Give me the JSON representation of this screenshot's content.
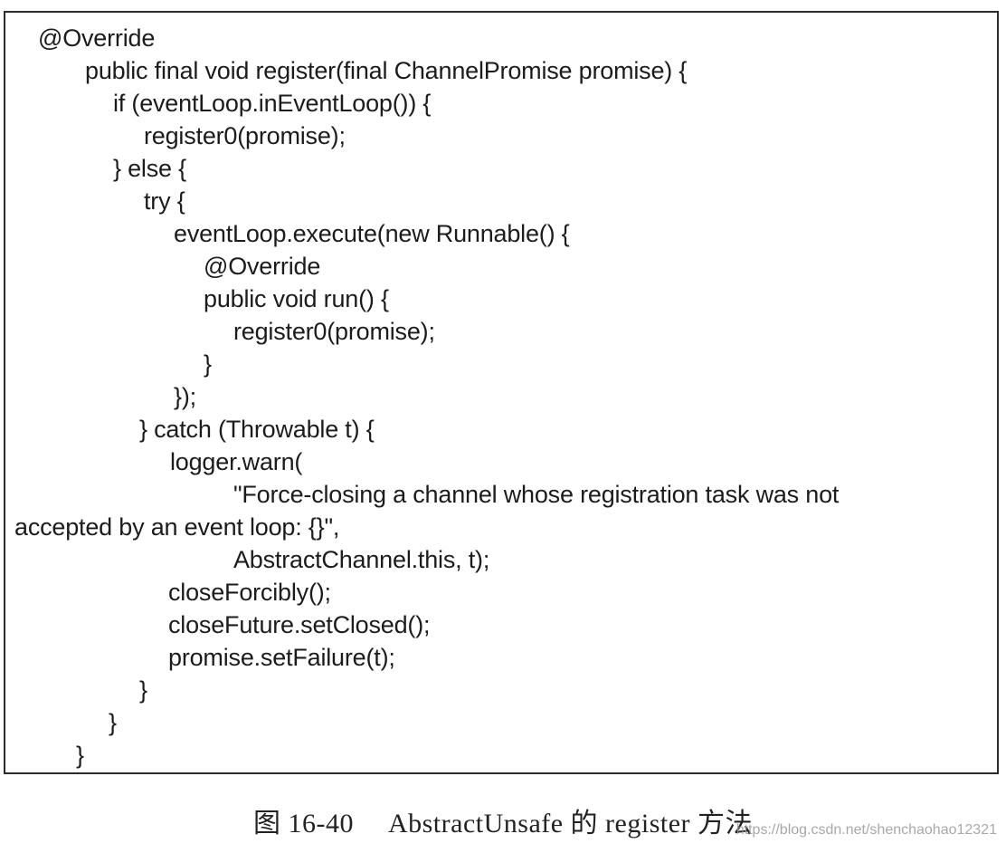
{
  "code": {
    "lines": [
      "@Override",
      "public final void register(final ChannelPromise promise) {",
      "if (eventLoop.inEventLoop()) {",
      "register0(promise);",
      "} else {",
      "try {",
      "eventLoop.execute(new Runnable() {",
      "@Override",
      "public void run() {",
      "register0(promise);",
      "}",
      "});",
      "} catch (Throwable t) {",
      "logger.warn(",
      "\"Force-closing a channel whose registration task was not",
      "accepted by an event loop: {}\",",
      "AbstractChannel.this, t);",
      "closeForcibly();",
      "closeFuture.setClosed();",
      "promise.setFailure(t);",
      "}",
      "}",
      "}"
    ]
  },
  "caption": {
    "label": "图 16-40",
    "text": "AbstractUnsafe 的 register 方法"
  },
  "watermark": {
    "text": "https://blog.csdn.net/shenchaohao12321"
  }
}
